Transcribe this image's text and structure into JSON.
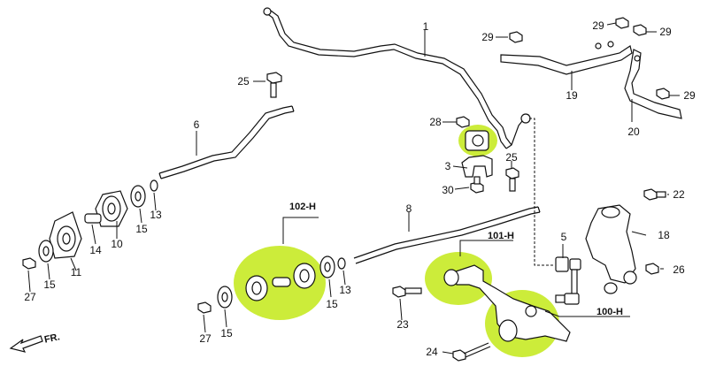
{
  "direction_label": "FR.",
  "highlight_color": "#ccec3a",
  "callouts": {
    "c1": "1",
    "c3": "3",
    "c5": "5",
    "c6": "6",
    "c8": "8",
    "c10": "10",
    "c11": "11",
    "c13a": "13",
    "c13b": "13",
    "c14": "14",
    "c15a": "15",
    "c15b": "15",
    "c15c": "15",
    "c15d": "15",
    "c18": "18",
    "c19": "19",
    "c20": "20",
    "c22": "22",
    "c23": "23",
    "c24": "24",
    "c25a": "25",
    "c25b": "25",
    "c26": "26",
    "c27a": "27",
    "c27b": "27",
    "c28": "28",
    "c29a": "29",
    "c29b": "29",
    "c29c": "29",
    "c29d": "29",
    "c30": "30"
  },
  "groups": {
    "g100": "100-H",
    "g101": "101-H",
    "g102": "102-H"
  }
}
